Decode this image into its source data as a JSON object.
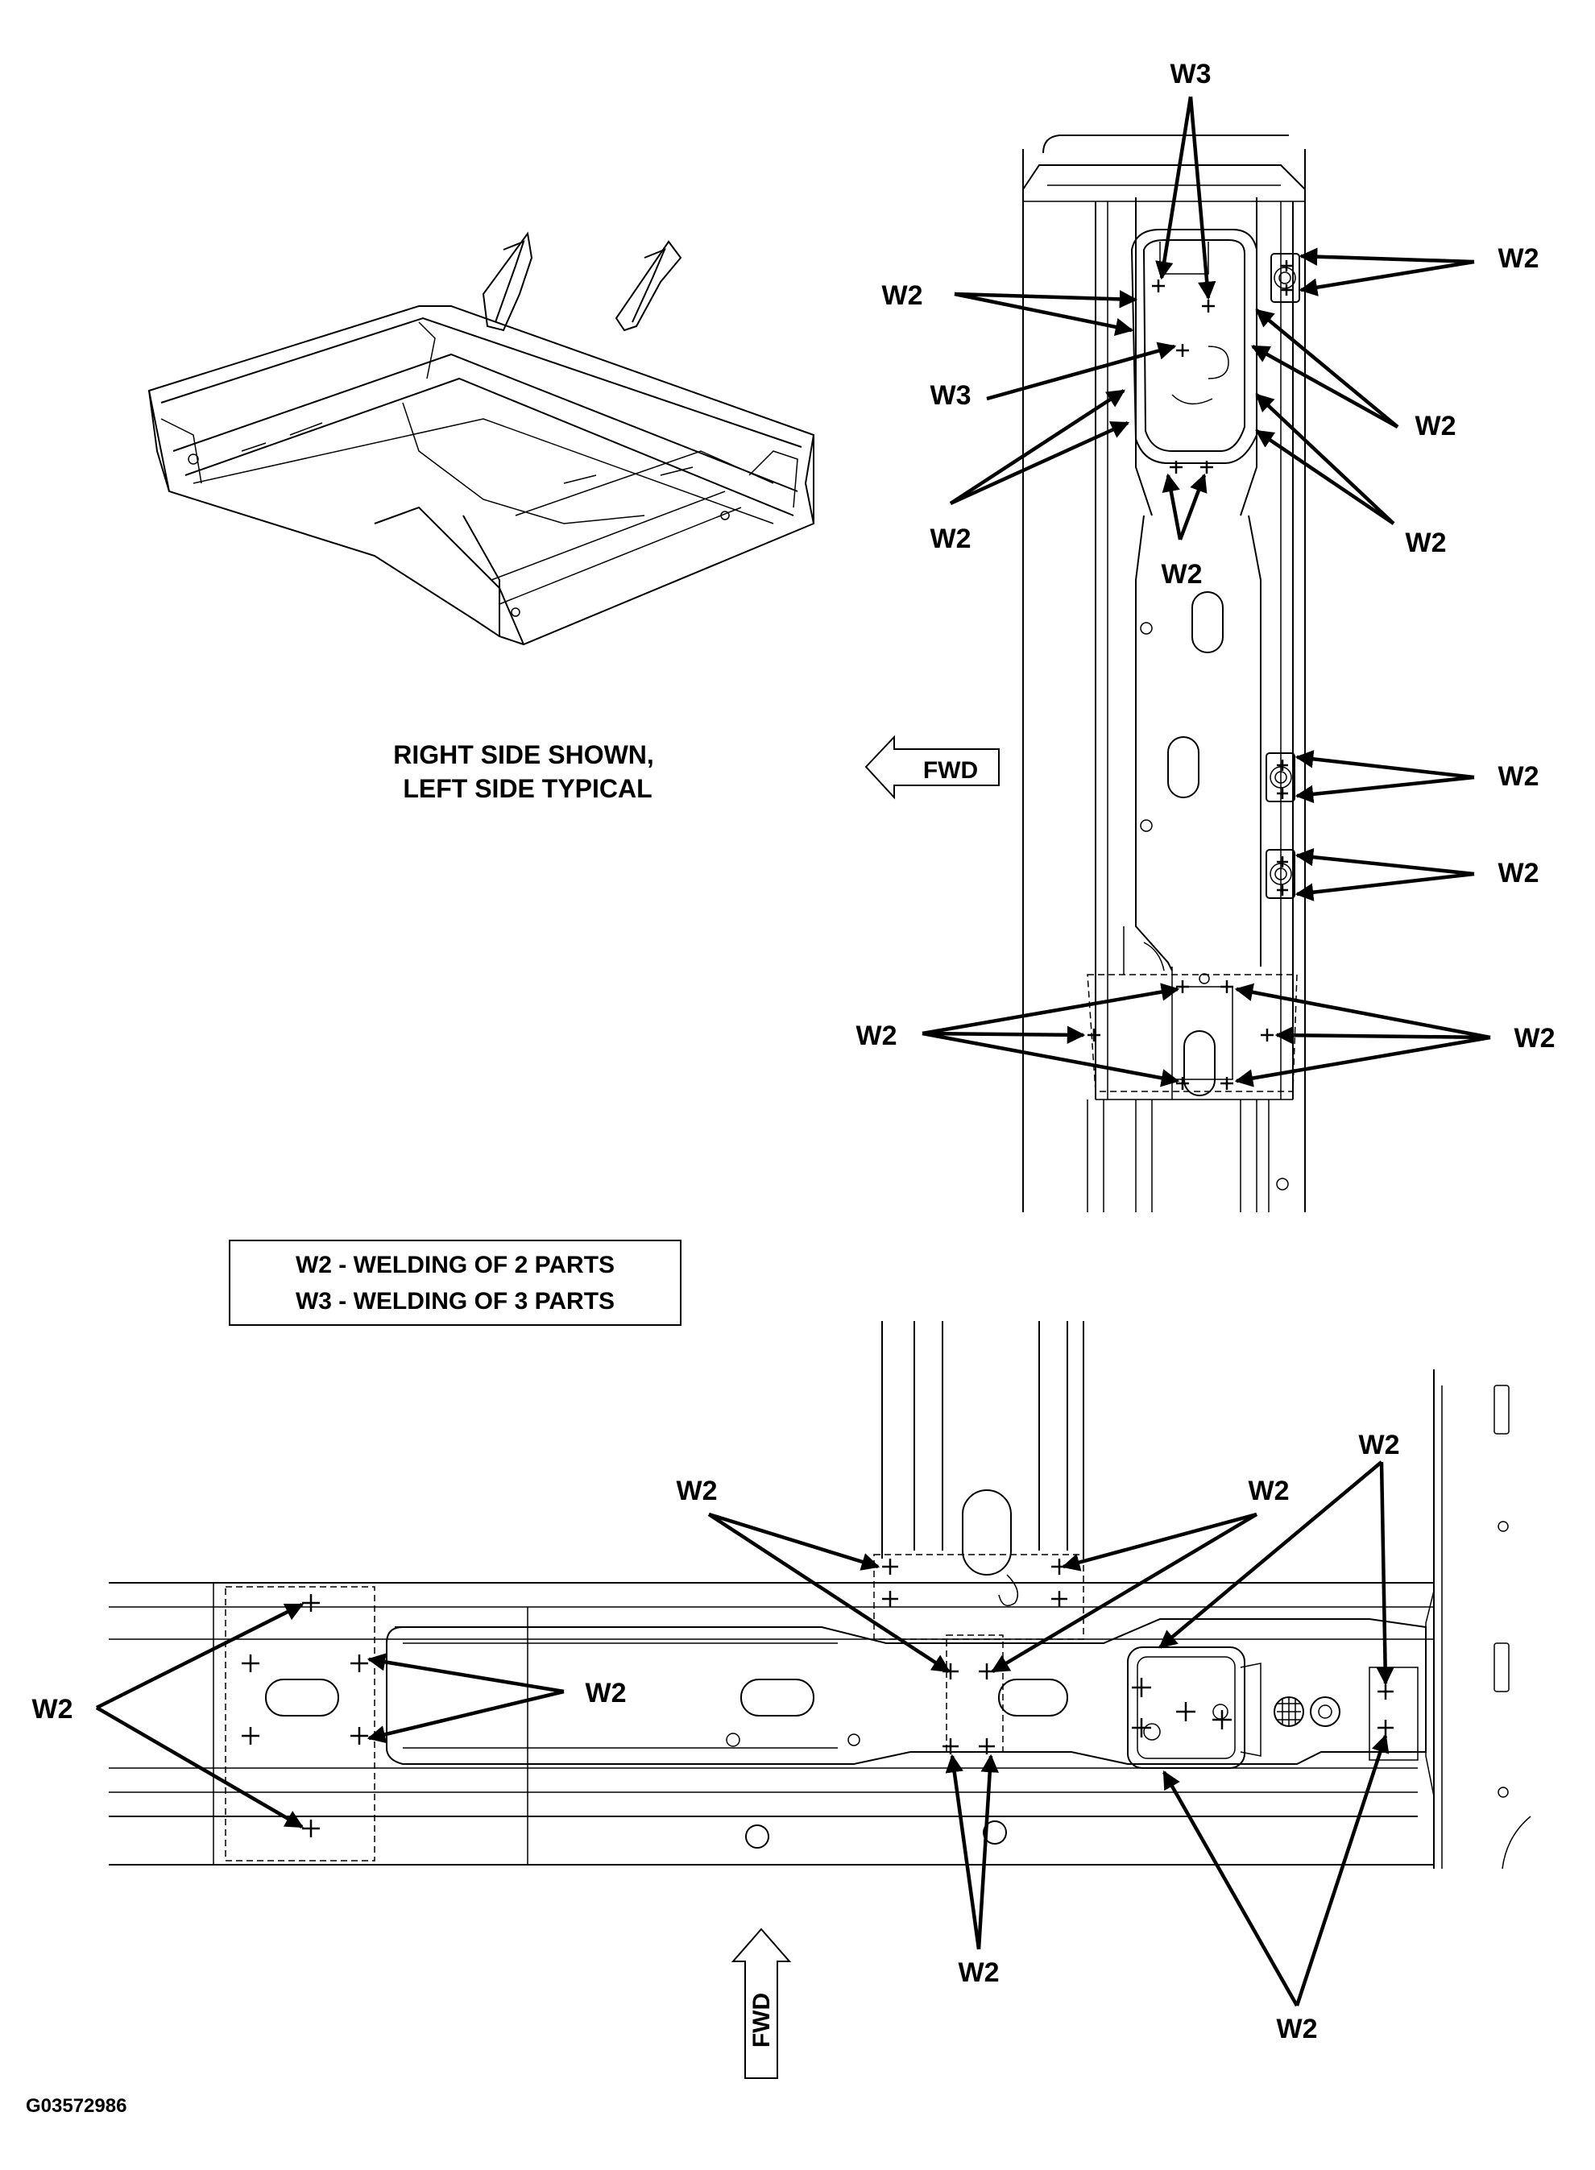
{
  "labels": {
    "w2": "W2",
    "w3": "W3",
    "fwd": "FWD",
    "side_note_line1": "RIGHT SIDE SHOWN,",
    "side_note_line2": "LEFT SIDE TYPICAL",
    "legend_line1": "W2 - WELDING OF 2 PARTS",
    "legend_line2": "W3 - WELDING OF 3 PARTS",
    "figure_id": "G03572986"
  },
  "colors": {
    "ink": "#000000",
    "paper": "#ffffff"
  },
  "icons": {
    "fwd_arrow_top": "arrow-left-outline",
    "fwd_arrow_bottom": "arrow-up-outline"
  }
}
